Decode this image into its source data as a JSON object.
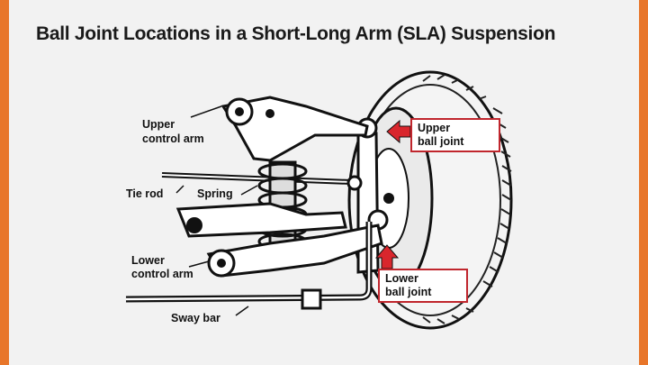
{
  "title": "Ball Joint Locations in a Short-Long Arm (SLA) Suspension",
  "labels": {
    "upper_control_arm": [
      "Upper",
      "control arm"
    ],
    "tie_rod": "Tie rod",
    "spring": "Spring",
    "lower_control_arm": [
      "Lower",
      "control arm"
    ],
    "sway_bar": "Sway bar",
    "upper_ball_joint": [
      "Upper",
      "ball joint"
    ],
    "lower_ball_joint": [
      "Lower",
      "ball joint"
    ]
  },
  "colors": {
    "border": "#e8762a",
    "callout_border": "#c0262d",
    "arrow": "#d9262d"
  }
}
